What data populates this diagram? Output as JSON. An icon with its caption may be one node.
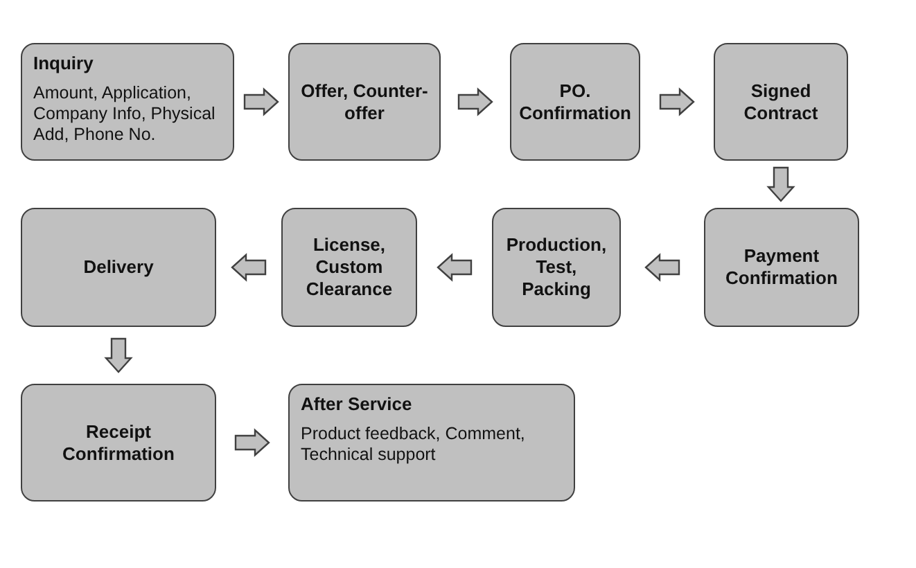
{
  "diagram": {
    "nodes": [
      {
        "text": [
          "Inquiry",
          "Amount, Application, Company Info, Physical Add, Phone No."
        ]
      },
      {
        "text": [
          "Offer, Counter-offer"
        ]
      },
      {
        "text": [
          "PO. Confirmation"
        ]
      },
      {
        "text": [
          "Signed Contract"
        ]
      },
      {
        "text": [
          "Payment Confirmation"
        ]
      },
      {
        "text": [
          "Production, Test, Packing"
        ]
      },
      {
        "text": [
          "License, Custom Clearance"
        ]
      },
      {
        "text": [
          "Delivery"
        ]
      },
      {
        "text": [
          "Receipt Confirmation"
        ]
      },
      {
        "text": [
          "After Service",
          "Product feedback, Comment, Technical support"
        ]
      }
    ],
    "edges": [
      {
        "from": 0,
        "to": 1,
        "arrow": "to"
      },
      {
        "from": 1,
        "to": 2,
        "arrow": "to"
      },
      {
        "from": 2,
        "to": 3,
        "arrow": "to"
      },
      {
        "from": 3,
        "to": 4,
        "arrow": "to"
      },
      {
        "from": 4,
        "to": 5,
        "arrow": "to"
      },
      {
        "from": 5,
        "to": 6,
        "arrow": "to"
      },
      {
        "from": 6,
        "to": 7,
        "arrow": "to"
      },
      {
        "from": 7,
        "to": 8,
        "arrow": "to"
      },
      {
        "from": 8,
        "to": 9,
        "arrow": "to"
      }
    ]
  }
}
